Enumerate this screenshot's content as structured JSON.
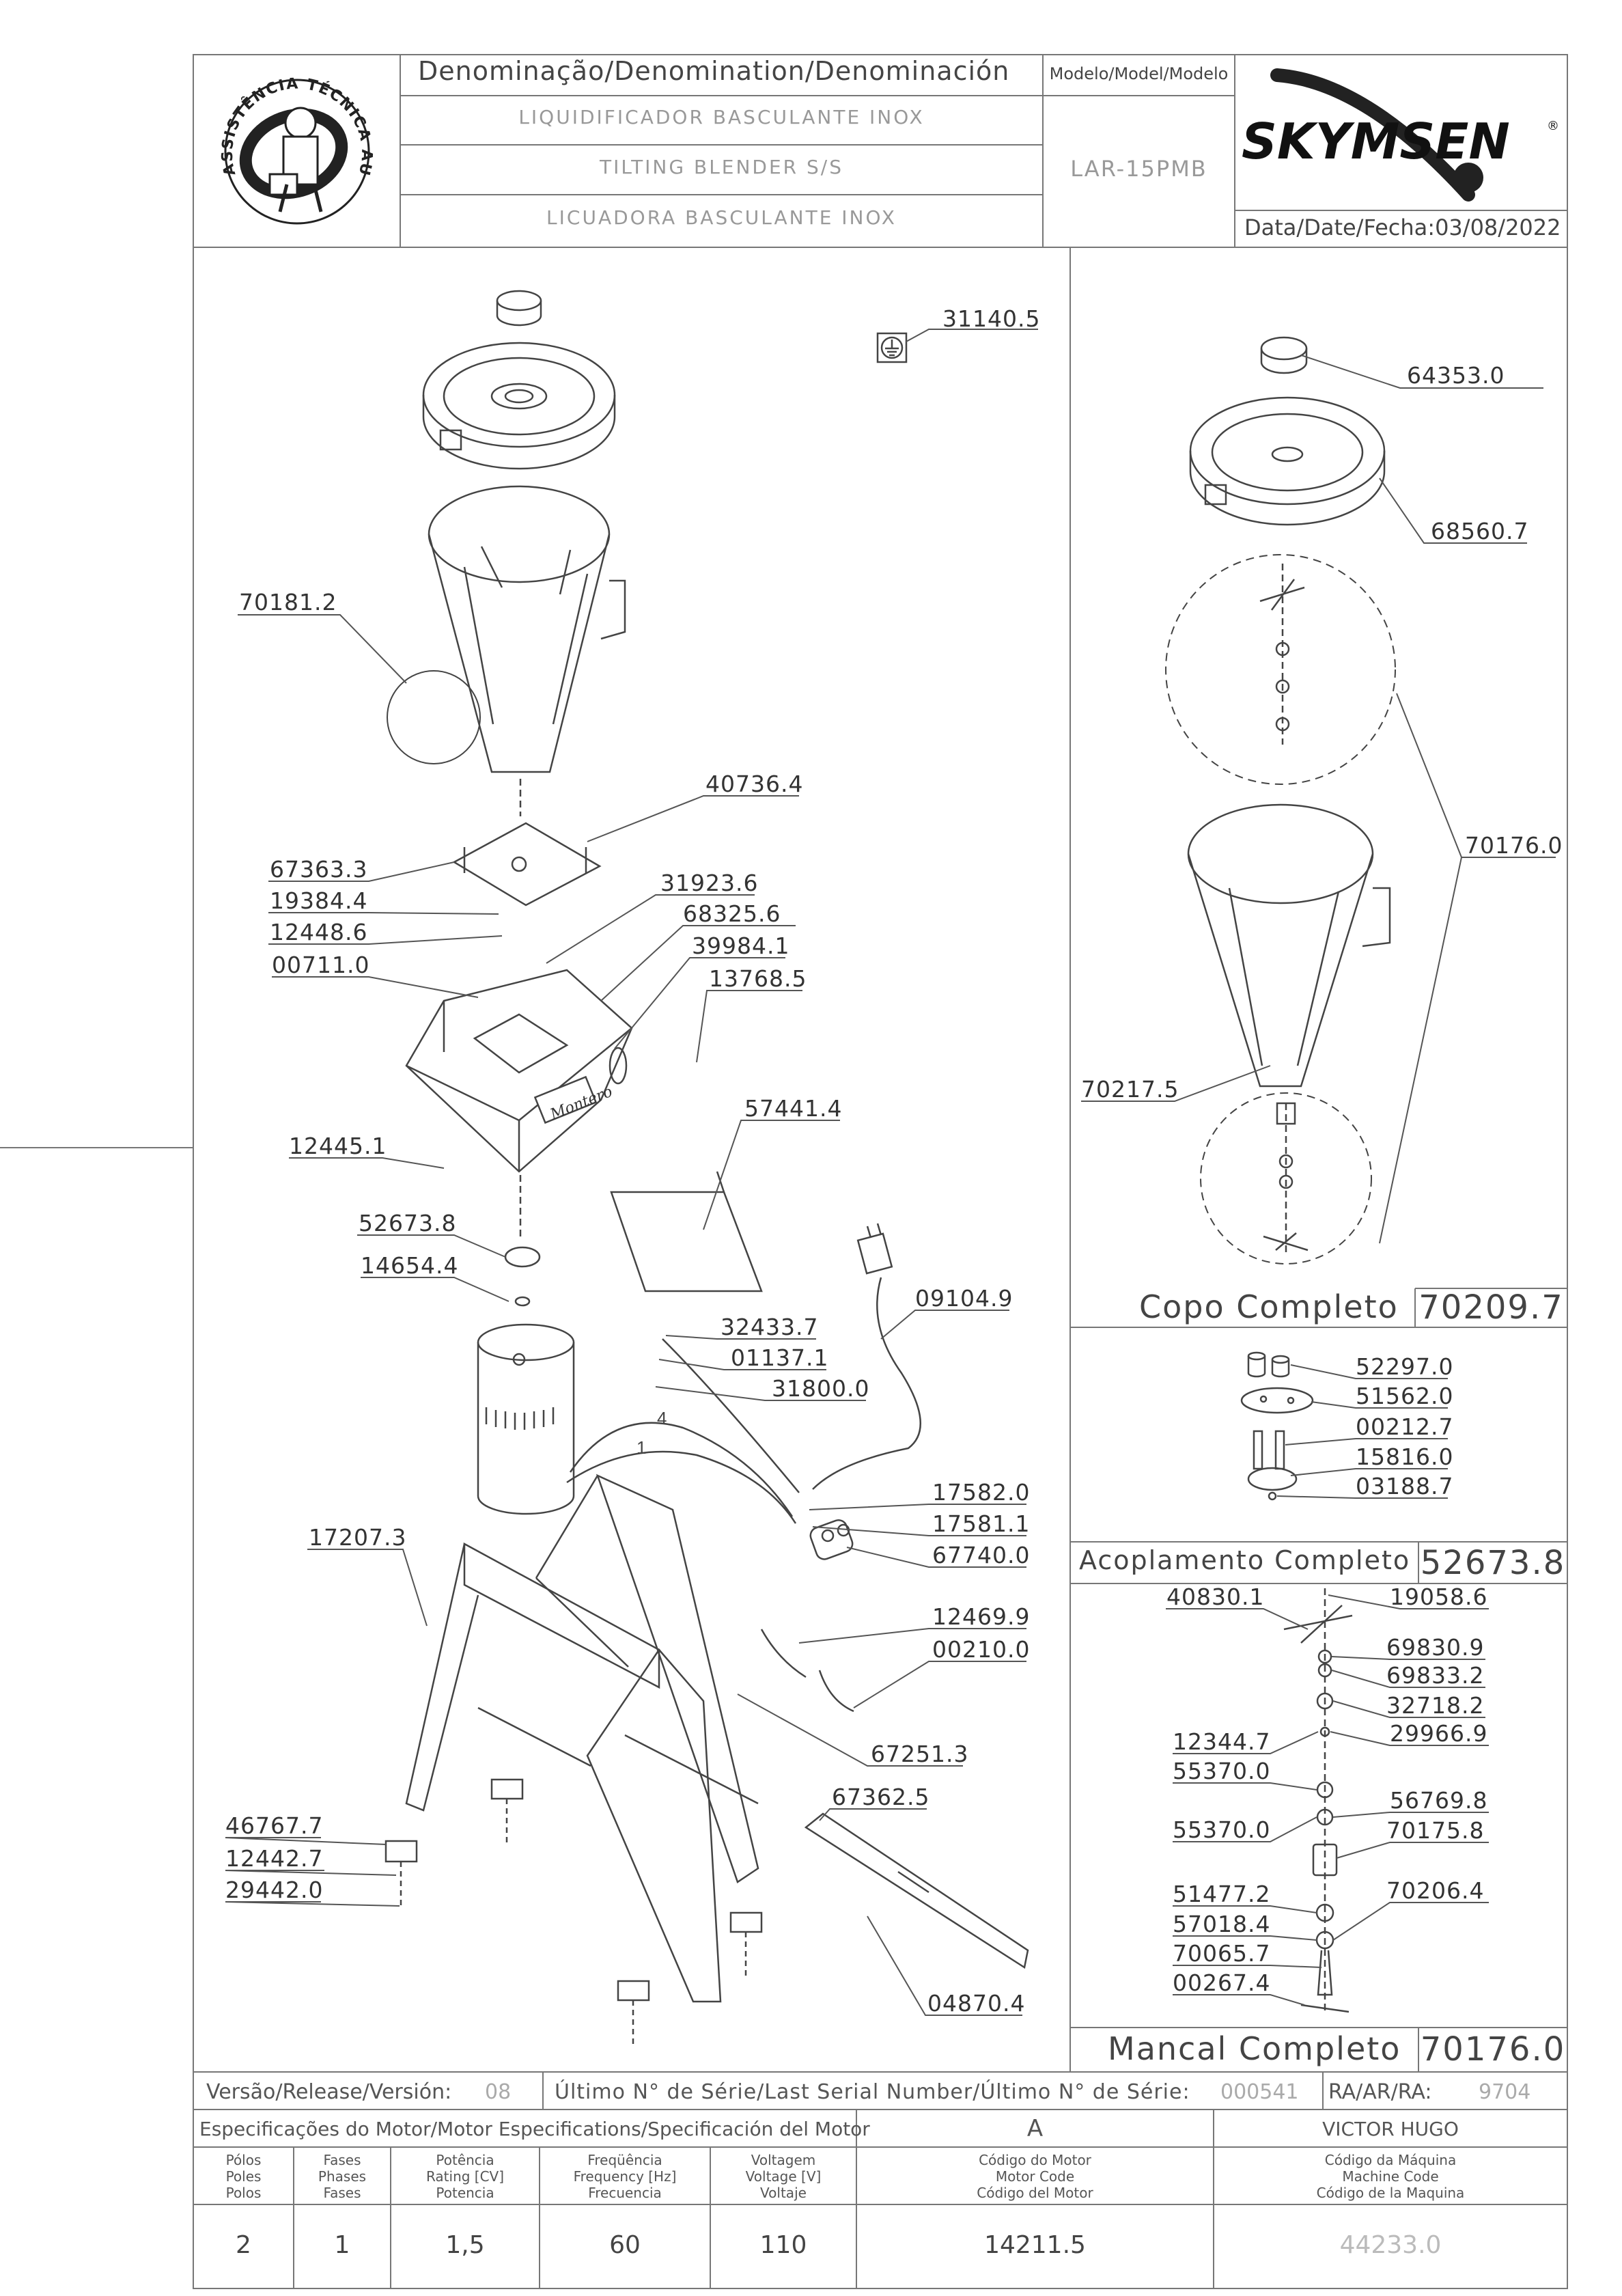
{
  "header": {
    "denomination_label": "Denominação/Denomination/Denominación",
    "name_pt": "LIQUIDIFICADOR BASCULANTE INOX",
    "name_en": "TILTING BLENDER S/S",
    "name_es": "LICUADORA BASCULANTE INOX",
    "model_label": "Modelo/Model/Modelo",
    "model": "LAR-15PMB",
    "brand": "SKYMSEN",
    "date_label": "Data/Date/Fecha:",
    "date": "03/08/2022",
    "badge_text": "ASSISTÊNCIA TÉCNICA AUTORIZADA"
  },
  "main_parts": [
    {
      "code": "31140.5"
    },
    {
      "code": "70181.2"
    },
    {
      "code": "40736.4"
    },
    {
      "code": "67363.3"
    },
    {
      "code": "19384.4"
    },
    {
      "code": "12448.6"
    },
    {
      "code": "31923.6"
    },
    {
      "code": "68325.6"
    },
    {
      "code": "39984.1"
    },
    {
      "code": "00711.0"
    },
    {
      "code": "13768.5"
    },
    {
      "code": "12445.1"
    },
    {
      "code": "57441.4"
    },
    {
      "code": "52673.8"
    },
    {
      "code": "14654.4"
    },
    {
      "code": "09104.9"
    },
    {
      "code": "32433.7"
    },
    {
      "code": "01137.1"
    },
    {
      "code": "31800.0"
    },
    {
      "code": "17582.0"
    },
    {
      "code": "17581.1"
    },
    {
      "code": "67740.0"
    },
    {
      "code": "17207.3"
    },
    {
      "code": "12469.9"
    },
    {
      "code": "00210.0"
    },
    {
      "code": "67251.3"
    },
    {
      "code": "67362.5"
    },
    {
      "code": "46767.7"
    },
    {
      "code": "12442.7"
    },
    {
      "code": "29442.0"
    },
    {
      "code": "04870.4"
    }
  ],
  "wire_numbers": [
    "4",
    "1"
  ],
  "motor_brand": "Montero",
  "copo": {
    "title": "Copo Completo",
    "code": "70209.7",
    "parts": [
      {
        "code": "64353.0"
      },
      {
        "code": "68560.7"
      },
      {
        "code": "70176.0"
      },
      {
        "code": "70217.5"
      }
    ]
  },
  "acoplamento": {
    "title": "Acoplamento Completo",
    "code": "52673.8",
    "parts": [
      {
        "code": "52297.0"
      },
      {
        "code": "51562.0"
      },
      {
        "code": "00212.7"
      },
      {
        "code": "15816.0"
      },
      {
        "code": "03188.7"
      }
    ]
  },
  "mancal": {
    "title": "Mancal Completo",
    "code": "70176.0",
    "parts": [
      {
        "code": "40830.1"
      },
      {
        "code": "19058.6"
      },
      {
        "code": "69830.9"
      },
      {
        "code": "69833.2"
      },
      {
        "code": "32718.2"
      },
      {
        "code": "12344.7"
      },
      {
        "code": "29966.9"
      },
      {
        "code": "55370.0"
      },
      {
        "code": "56769.8"
      },
      {
        "code": "55370.0"
      },
      {
        "code": "70175.8"
      },
      {
        "code": "51477.2"
      },
      {
        "code": "70206.4"
      },
      {
        "code": "57018.4"
      },
      {
        "code": "70065.7"
      },
      {
        "code": "00267.4"
      }
    ]
  },
  "footer": {
    "version_label": "Versão/Release/Versión:",
    "version": "08",
    "serial_label": "Último N° de Série/Last Serial Number/Último N° de Série:",
    "serial": "000541",
    "ra_label": "RA/AR/RA:",
    "ra": "9704",
    "motor_spec_label": "Especificações do Motor/Motor Especifications/Specificación del Motor",
    "revision": "A",
    "author": "VICTOR HUGO",
    "col_poles": [
      "Pólos",
      "Poles",
      "Polos"
    ],
    "col_phases": [
      "Fases",
      "Phases",
      "Fases"
    ],
    "col_power": [
      "Potência",
      "Rating [CV]",
      "Potencia"
    ],
    "col_freq": [
      "Freqüência",
      "Frequency [Hz]",
      "Frecuencia"
    ],
    "col_voltage": [
      "Voltagem",
      "Voltage [V]",
      "Voltaje"
    ],
    "col_motor_code": [
      "Código do Motor",
      "Motor Code",
      "Código del Motor"
    ],
    "col_machine_code": [
      "Código da Máquina",
      "Machine Code",
      "Código de la Maquina"
    ],
    "poles": "2",
    "phases": "1",
    "power": "1,5",
    "frequency": "60",
    "voltage": "110",
    "motor_code": "14211.5",
    "machine_code": "44233.0"
  }
}
